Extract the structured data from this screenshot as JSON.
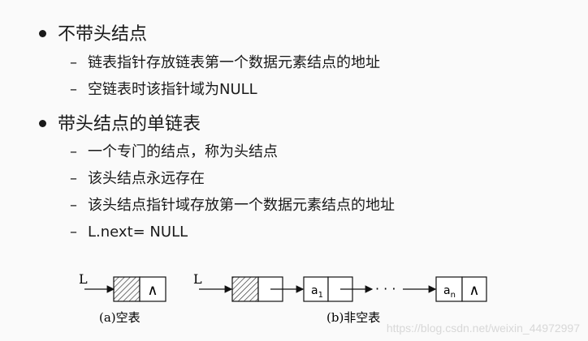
{
  "bullets": [
    {
      "title": "不带头结点",
      "subs": [
        "链表指针存放链表第一个数据元素结点的地址",
        "空链表时该指针域为NULL"
      ]
    },
    {
      "title": "带头结点的单链表",
      "subs": [
        "一个专门的结点，称为头结点",
        "该头结点永远存在",
        "该头结点指针域存放第一个数据元素结点的地址",
        "L.next= NULL"
      ]
    }
  ],
  "diagram": {
    "left_head": "L",
    "right_head": "L",
    "null_symbol": "∧",
    "node_a1": "a",
    "node_a1_sub": "1",
    "ellipsis": "· · ·",
    "node_an": "a",
    "node_an_sub": "n",
    "caption_empty": "(a)空表",
    "caption_nonempty": "(b)非空表"
  },
  "watermark": "https://blog.csdn.net/weixin_44972997"
}
